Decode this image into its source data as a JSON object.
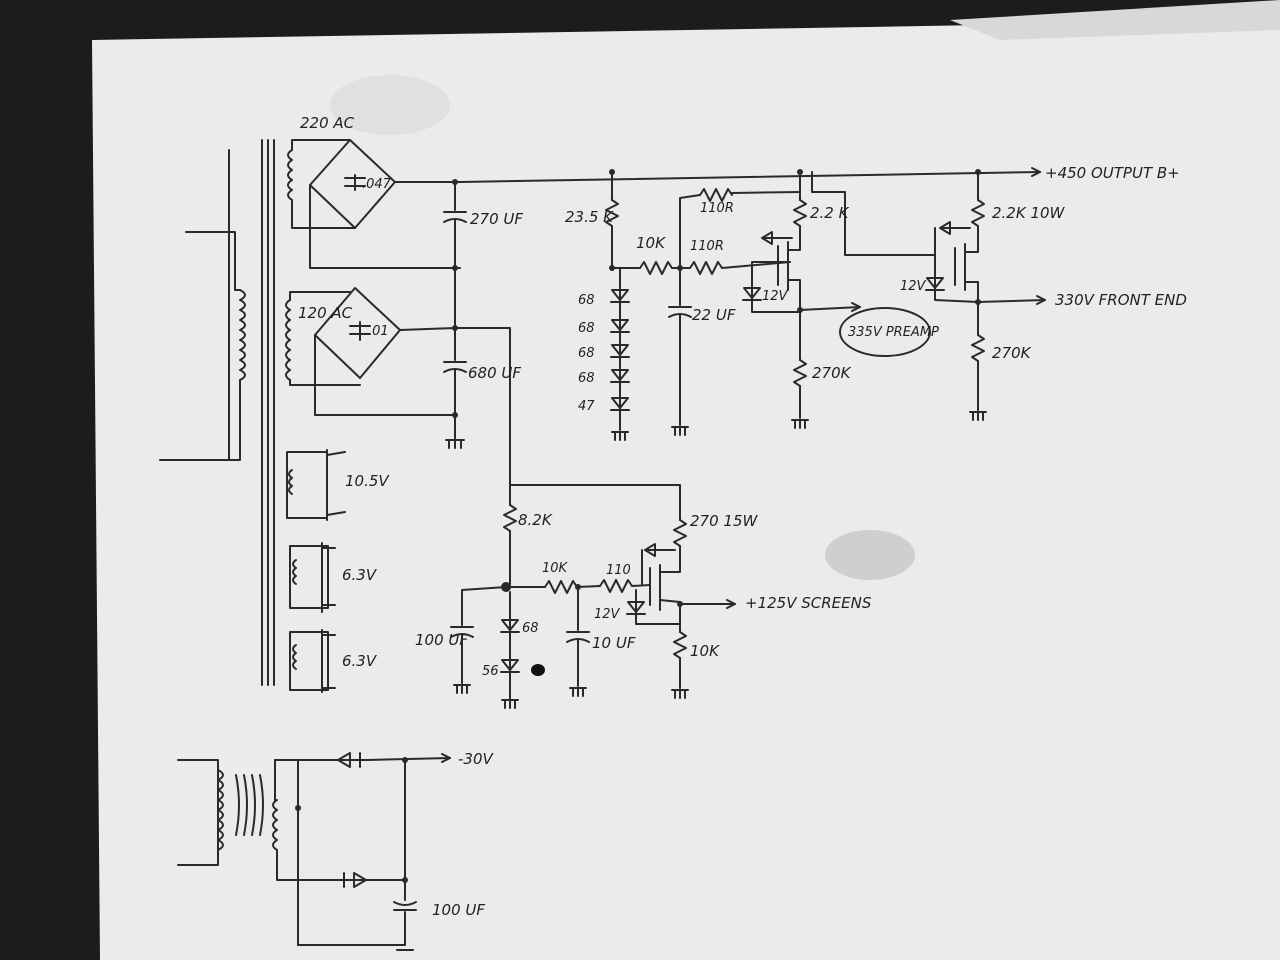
{
  "labels": {
    "ac_220": "220 AC",
    "cap_047": ".047",
    "cap_270uf": "270 UF",
    "ac_120": "120 AC",
    "cap_01": ".01",
    "cap_680uf": "680 UF",
    "v_10_5": "10.5V",
    "v_6_3_a": "6.3V",
    "v_6_3_b": "6.3V",
    "out_450": "+450 OUTPUT B+",
    "r_23_5k": "23.5 K",
    "z_68_1": "68",
    "z_68_2": "68",
    "z_68_3": "68",
    "z_68_4": "68",
    "z_47": "47",
    "r_10k_top": "10K",
    "r_110r_a": "110R",
    "r_110r_b": "110R",
    "cap_22uf": "22 UF",
    "r_2_2k": "2.2 K",
    "z_12v_a": "12V",
    "r_270k_a": "270K",
    "preamp": "335V PREAMP",
    "r_2_2k_10w": "2.2K 10W",
    "z_12v_b": "12V",
    "out_330": "330V FRONT END",
    "r_270k_b": "270K",
    "r_8_2k": "8.2K",
    "r_270_15w": "270 15W",
    "r_10k_mid": "10K",
    "r_110": "110",
    "out_125": "+125V SCREENS",
    "z_12v_c": "12V",
    "cap_100uf_a": "100 UF",
    "z_68_mid": "68",
    "z_56": "56",
    "cap_10uf": "10 UF",
    "r_10k_bot": "10K",
    "out_neg30": "-30V",
    "cap_100uf_b": "100 UF"
  }
}
